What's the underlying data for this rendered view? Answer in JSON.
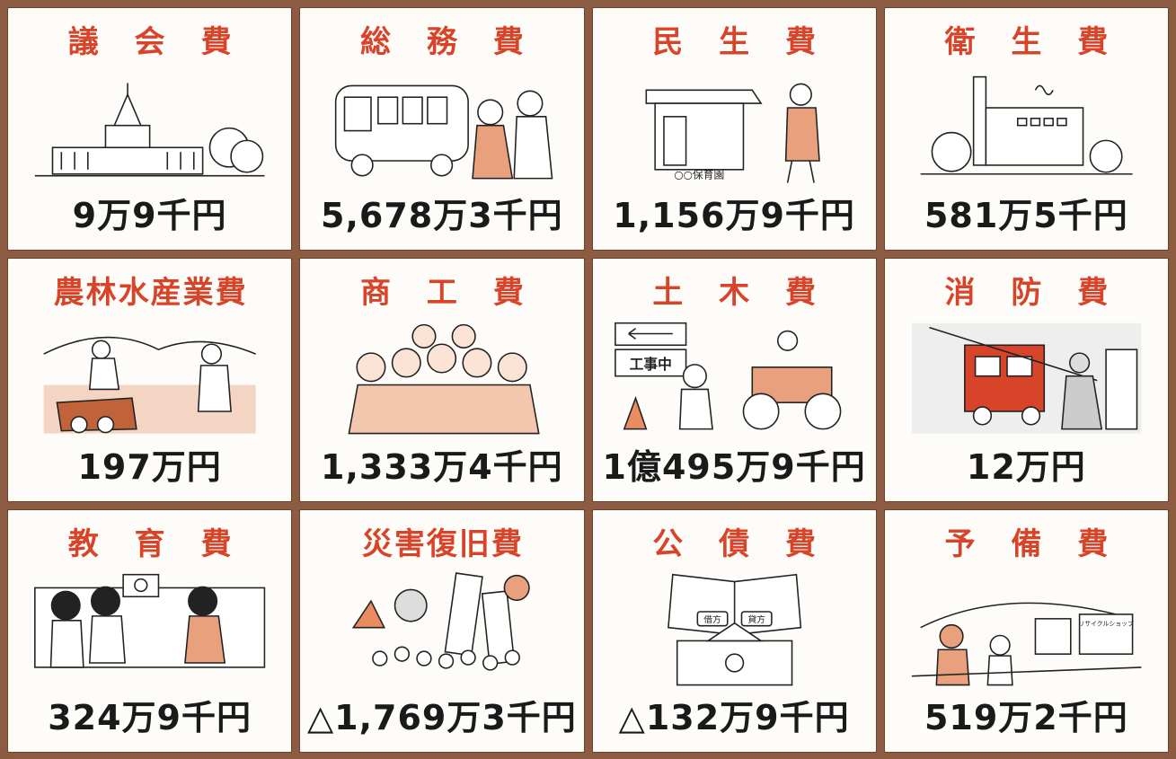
{
  "items": [
    {
      "name": "議 会 費",
      "amount": "9万9千円",
      "icon": "parliament-building-icon"
    },
    {
      "name": "総 務 費",
      "amount": "5,678万3千円",
      "icon": "bus-and-family-icon"
    },
    {
      "name": "民 生 費",
      "amount": "1,156万9千円",
      "icon": "nursery-school-icon"
    },
    {
      "name": "衛 生 費",
      "amount": "581万5千円",
      "icon": "sanitation-plant-icon"
    },
    {
      "name": "農林水産業費",
      "amount": "197万円",
      "icon": "rice-planting-icon"
    },
    {
      "name": "商 工 費",
      "amount": "1,333万4千円",
      "icon": "merchants-group-icon"
    },
    {
      "name": "土 木 費",
      "amount": "1億495万9千円",
      "icon": "road-construction-icon"
    },
    {
      "name": "消 防 費",
      "amount": "12万円",
      "icon": "fire-fighting-icon"
    },
    {
      "name": "教 育 費",
      "amount": "324万9千円",
      "icon": "school-children-icon"
    },
    {
      "name": "災害復旧費",
      "amount": "△1,769万3千円",
      "icon": "disaster-recovery-icon"
    },
    {
      "name": "公 債 費",
      "amount": "△132万9千円",
      "icon": "public-bond-icon"
    },
    {
      "name": "予 備 費",
      "amount": "519万2千円",
      "icon": "town-family-icon"
    }
  ],
  "signs": {
    "nursery": "○○保育園",
    "construction": "工事中",
    "borrow": "借方",
    "lend": "貸方",
    "recycle": "リサイクルショップ"
  }
}
